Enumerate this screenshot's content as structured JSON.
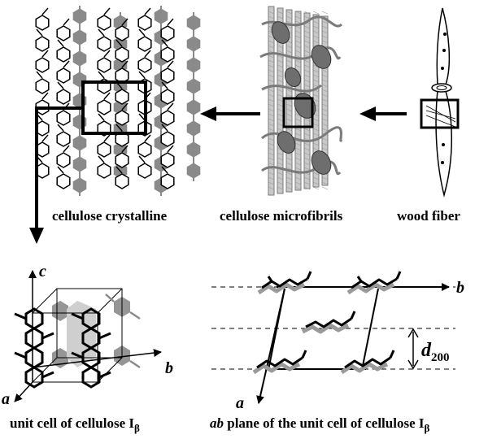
{
  "captions": {
    "crystalline": "cellulose crystalline",
    "microfibrils": "cellulose microfibrils",
    "wood_fiber": "wood fiber",
    "unit_cell_prefix": "unit cell of  cellulose I",
    "unit_cell_sub": "β",
    "ab_plane_italic": "ab",
    "ab_plane_rest": " plane of the unit cell of cellulose I",
    "ab_plane_sub": "β"
  },
  "axes": {
    "unit_cell": {
      "a": "a",
      "b": "b",
      "c": "c"
    },
    "ab_plane": {
      "a": "a",
      "b": "b",
      "d_label": "d",
      "d_sub": "200"
    }
  },
  "colors": {
    "ink": "#000000",
    "gray": "#8a8a8a",
    "light_gray": "#c8c8c8"
  }
}
